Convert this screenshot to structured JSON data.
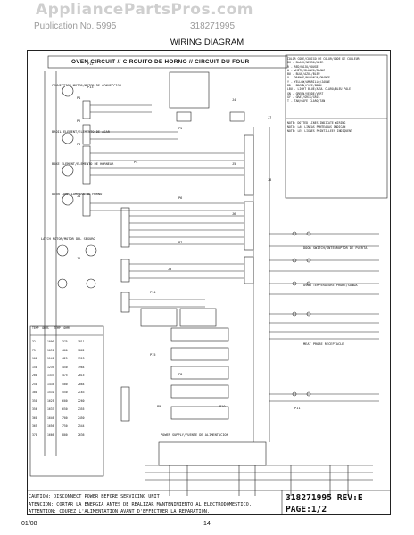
{
  "watermark": "AppliancePartsPros.com",
  "header": {
    "left": "Publication No. 5995",
    "right": "318271995",
    "title": "WIRING DIAGRAM"
  },
  "diagram": {
    "oven_circuit_title": "OVEN CIRCUIT // CIRCUITO DE HORNO // CIRCUIT DU FOUR",
    "legend_title": "COLOR CODE/CODIGO DE COLOR/CODE DE COULEUR",
    "legend": [
      "BK - BLACK/NEGRO/NOIR",
      "R - RED/ROJO/ROUGE",
      "W - WHITE/BLANCO/BLANC",
      "BU - BLUE/AZUL/BLEU",
      "O - ORANGE/NARANJA/ORANGE",
      "Y - YELLOW/AMARILLO/JAUNE",
      "BR - BROWN/CAFE/BRUN",
      "LBU - LIGHT BLUE/AZUL CLARO/BLEU PALE",
      "GN - GREEN/VERDE/VERT",
      "GY - GRAY/GRIS/GRIS",
      "T - TAN/CAFE CLARO/TAN"
    ],
    "note_lines": [
      "NOTE: DOTTED LINES INDICATE WIRING",
      "NOTA: LAS LINEAS PUNTEADAS INDICAN",
      "NOTE: LES LIGNES POINTILLEES INDIQUENT"
    ],
    "connector_labels": [
      "J1",
      "J2",
      "J3",
      "J4",
      "J5",
      "J6",
      "J7",
      "J8",
      "P1",
      "P2",
      "P3",
      "P4",
      "P5",
      "P6",
      "P7",
      "P8",
      "P9",
      "P10",
      "P11",
      "P12",
      "P13",
      "P14",
      "P15"
    ],
    "component_labels": [
      "CONVECTION MOTOR/MOTOR DE CONVECCION",
      "BROIL ELEMENT/ELEMENTO DE ASAR",
      "BAKE ELEMENT/ELEMENTO DE HORNEAR",
      "OVEN LAMP/LAMPARA DE HORNO",
      "LATCH MOTOR/MOTOR DEL SEGURO",
      "DOOR SWITCH/INTERRUPTOR DE PUERTA",
      "OVEN TEMPERATURE PROBE/SONDA",
      "MEAT PROBE RECEPTACLE",
      "POWER SUPPLY/FUENTE DE ALIMENTACION"
    ],
    "table_header": [
      "TEMP",
      "OHMS",
      "TEMP",
      "OHMS"
    ],
    "table_rows": [
      [
        "32",
        "1000",
        "375",
        "1811"
      ],
      [
        "75",
        "1091",
        "400",
        "1862"
      ],
      [
        "100",
        "1141",
        "425",
        "1913"
      ],
      [
        "150",
        "1239",
        "450",
        "1964"
      ],
      [
        "200",
        "1337",
        "475",
        "2015"
      ],
      [
        "250",
        "1435",
        "500",
        "2064"
      ],
      [
        "300",
        "1531",
        "550",
        "2163"
      ],
      [
        "350",
        "1625",
        "600",
        "2260"
      ],
      [
        "356",
        "1637",
        "650",
        "2355"
      ],
      [
        "360",
        "1646",
        "700",
        "2450"
      ],
      [
        "365",
        "1656",
        "750",
        "2544"
      ],
      [
        "370",
        "1666",
        "800",
        "2636"
      ]
    ],
    "caution_lines": [
      "CAUTION: DISCONNECT POWER BEFORE SERVICING UNIT.",
      "ATENCION: CORTAR LA ENERGIA ANTES DE REALIZAR MANTENIMIENTO AL ELECTRODOMESTICO.",
      "ATTENTION: COUPEZ L'ALIMENTATION AVANT D'EFFECTUER LA REPARATION."
    ],
    "doc_number": "318271995 REV:E",
    "page_label": "PAGE:1/2"
  },
  "footer": {
    "date": "01/08",
    "page_number": "14"
  }
}
